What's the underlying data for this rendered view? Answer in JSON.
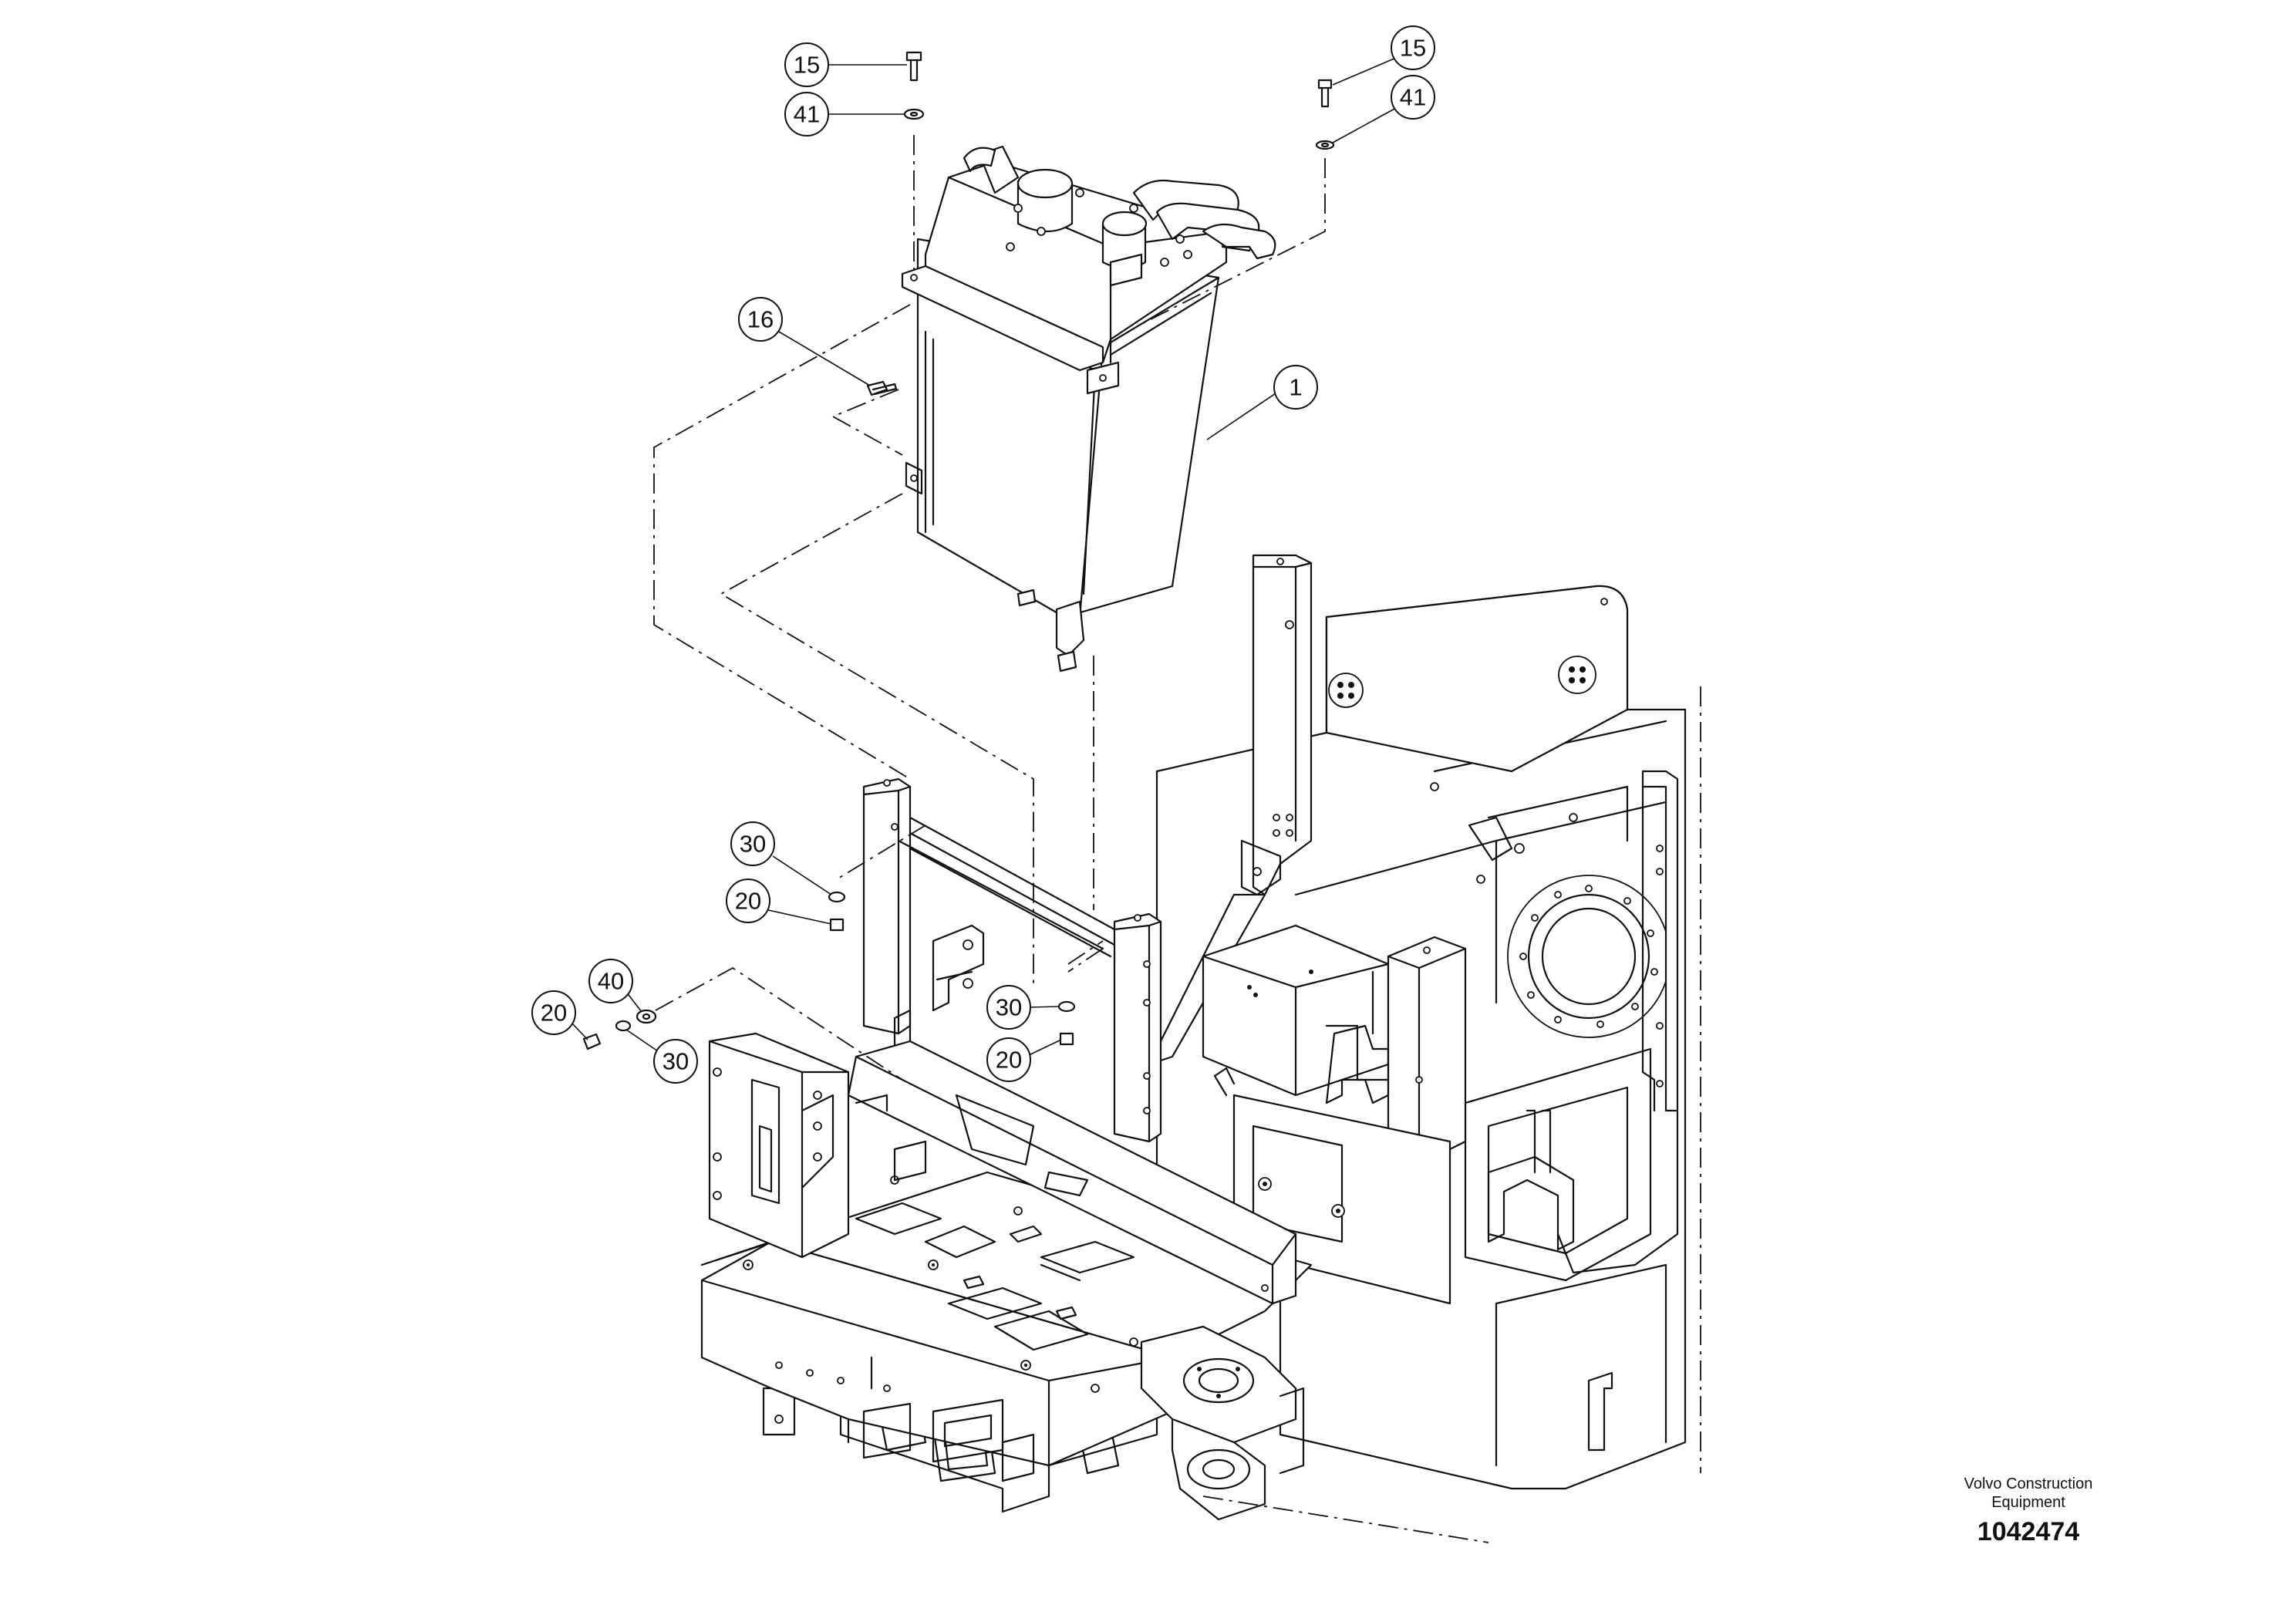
{
  "callouts": [
    {
      "id": "c15a",
      "label": "15"
    },
    {
      "id": "c41a",
      "label": "41"
    },
    {
      "id": "c15b",
      "label": "15"
    },
    {
      "id": "c41b",
      "label": "41"
    },
    {
      "id": "c16",
      "label": "16"
    },
    {
      "id": "c1",
      "label": "1"
    },
    {
      "id": "c30a",
      "label": "30"
    },
    {
      "id": "c20a",
      "label": "20"
    },
    {
      "id": "c40",
      "label": "40"
    },
    {
      "id": "c20b",
      "label": "20"
    },
    {
      "id": "c30b",
      "label": "30"
    },
    {
      "id": "c30c",
      "label": "30"
    },
    {
      "id": "c20c",
      "label": "20"
    }
  ],
  "title_block": {
    "brand_line1": "Volvo Construction",
    "brand_line2": "Equipment",
    "drawing_number": "1042474"
  }
}
